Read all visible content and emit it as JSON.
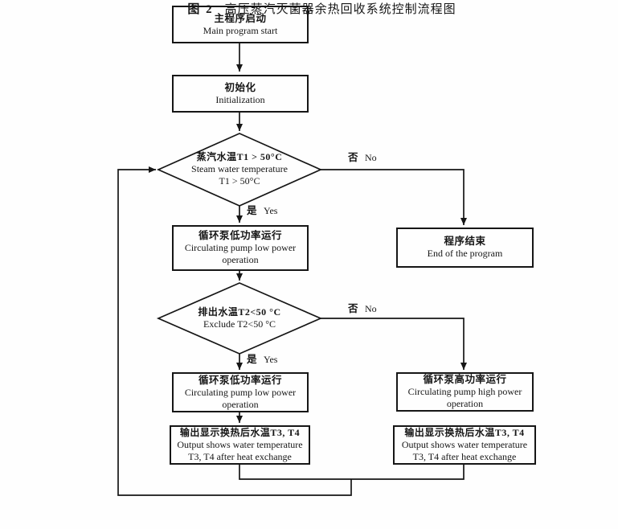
{
  "diagram": {
    "nodes": {
      "start": {
        "zh": "主程序启动",
        "en": "Main program start"
      },
      "init": {
        "zh": "初始化",
        "en": "Initialization"
      },
      "decision_t1": {
        "zh": "蒸汽水温T1 > 50°C",
        "en_line1": "Steam water temperature",
        "en_line2": "T1 > 50°C"
      },
      "pump_low_1": {
        "zh": "循环泵低功率运行",
        "en": "Circulating pump low power operation"
      },
      "program_end": {
        "zh": "程序结束",
        "en": "End of the program"
      },
      "decision_t2": {
        "zh": "排出水温T2<50 °C",
        "en": "Exclude T2<50 °C"
      },
      "pump_low_2": {
        "zh": "循环泵低功率运行",
        "en": "Circulating pump low power operation"
      },
      "pump_high": {
        "zh": "循环泵高功率运行",
        "en": "Circulating pump high power operation"
      },
      "output_left": {
        "zh": "输出显示换热后水温T3, T4",
        "en_line1": "Output shows water temperature",
        "en_line2": "T3, T4 after heat exchange"
      },
      "output_right": {
        "zh": "输出显示换热后水温T3, T4",
        "en_line1": "Output shows water temperature",
        "en_line2": "T3, T4 after heat exchange"
      }
    },
    "branch_labels": {
      "t1_no": {
        "zh": "否",
        "en": "No"
      },
      "t1_yes": {
        "zh": "是",
        "en": "Yes"
      },
      "t2_no": {
        "zh": "否",
        "en": "No"
      },
      "t2_yes": {
        "zh": "是",
        "en": "Yes"
      }
    },
    "caption": {
      "figure_label": "图 2",
      "title": "高压蒸汽灭菌器余热回收系统控制流程图"
    },
    "colors": {
      "line": "#161616",
      "background": "#fefefe"
    }
  }
}
